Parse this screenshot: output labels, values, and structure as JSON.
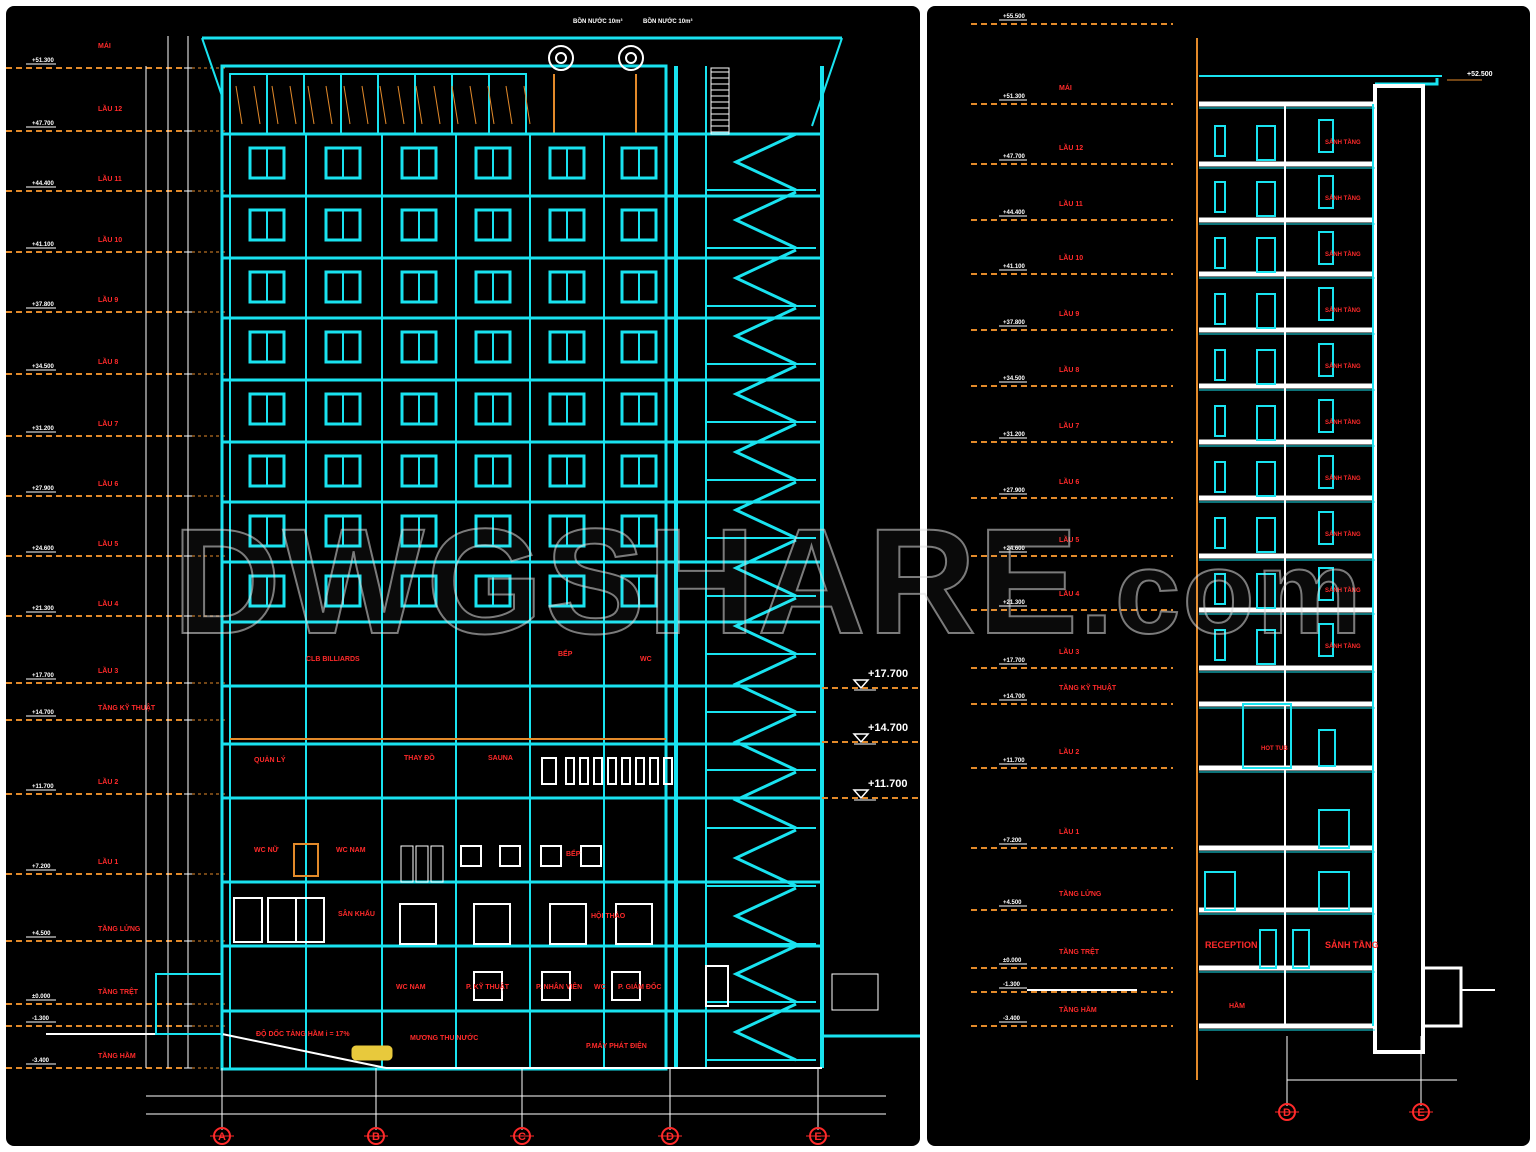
{
  "left_section": {
    "tanks": [
      "BỒN NƯỚC 10m³",
      "BỒN NƯỚC 10m³"
    ],
    "floors": [
      {
        "name": "MÁI",
        "elev": "+51.300"
      },
      {
        "name": "LẦU 12",
        "elev": "+47.700"
      },
      {
        "name": "LẦU 11",
        "elev": "+44.400"
      },
      {
        "name": "LẦU 10",
        "elev": "+41.100"
      },
      {
        "name": "LẦU 9",
        "elev": "+37.800"
      },
      {
        "name": "LẦU 8",
        "elev": "+34.500"
      },
      {
        "name": "LẦU 7",
        "elev": "+31.200"
      },
      {
        "name": "LẦU 6",
        "elev": "+27.900"
      },
      {
        "name": "LẦU 5",
        "elev": "+24.600"
      },
      {
        "name": "LẦU 4",
        "elev": "+21.300"
      },
      {
        "name": "LẦU 3",
        "elev": "+17.700"
      },
      {
        "name": "TẦNG KỸ THUẬT",
        "elev": "+14.700"
      },
      {
        "name": "LẦU 2",
        "elev": "+11.700"
      },
      {
        "name": "LẦU 1",
        "elev": "+7.200"
      },
      {
        "name": "TẦNG LỬNG",
        "elev": "+4.500"
      },
      {
        "name": "TẦNG TRỆT",
        "elev": "±0.000"
      },
      {
        "name": "",
        "elev": "-1.300"
      },
      {
        "name": "TẦNG HẦM",
        "elev": "-3.400"
      }
    ],
    "rooms": [
      {
        "id": "billiards",
        "text": "CLB BILLIARDS"
      },
      {
        "id": "bep3",
        "text": "BẾP"
      },
      {
        "id": "wc3",
        "text": "WC"
      },
      {
        "id": "quanly",
        "text": "QUẢN LÝ"
      },
      {
        "id": "thaydo",
        "text": "THAY ĐỒ"
      },
      {
        "id": "sauna",
        "text": "SAUNA"
      },
      {
        "id": "wcnu",
        "text": "WC NỮ"
      },
      {
        "id": "wcnam1",
        "text": "WC NAM"
      },
      {
        "id": "bep1",
        "text": "BẾP"
      },
      {
        "id": "sankhau",
        "text": "SÂN KHẤU"
      },
      {
        "id": "hoithao",
        "text": "HỘI THẢO"
      },
      {
        "id": "wcnam0",
        "text": "WC NAM"
      },
      {
        "id": "kythuat",
        "text": "P. KỸ THUẬT"
      },
      {
        "id": "nhanvien",
        "text": "P. NHÂN VIÊN"
      },
      {
        "id": "wc0",
        "text": "WC"
      },
      {
        "id": "giamdoc",
        "text": "P. GIÁM ĐỐC"
      },
      {
        "id": "doc",
        "text": "ĐỘ DỐC  TẢNG HẦM i = 17%"
      },
      {
        "id": "mangthu",
        "text": "MƯƠNG THU NƯỚC"
      },
      {
        "id": "mayphat",
        "text": "P.MÁY PHÁT ĐIỆN"
      }
    ],
    "callouts": [
      "+17.700",
      "+14.700",
      "+11.700"
    ],
    "axes": [
      "A",
      "B",
      "C",
      "D",
      "E"
    ]
  },
  "right_section": {
    "top_elev": "+52.500",
    "floors": [
      {
        "name": "",
        "elev": "+55.500"
      },
      {
        "name": "MÁI",
        "elev": "+51.300"
      },
      {
        "name": "LẦU 12",
        "elev": "+47.700"
      },
      {
        "name": "LẦU 11",
        "elev": "+44.400"
      },
      {
        "name": "LẦU 10",
        "elev": "+41.100"
      },
      {
        "name": "LẦU 9",
        "elev": "+37.800"
      },
      {
        "name": "LẦU 8",
        "elev": "+34.500"
      },
      {
        "name": "LẦU 7",
        "elev": "+31.200"
      },
      {
        "name": "LẦU 6",
        "elev": "+27.900"
      },
      {
        "name": "LẦU 5",
        "elev": "+24.600"
      },
      {
        "name": "LẦU 4",
        "elev": "+21.300"
      },
      {
        "name": "LẦU 3",
        "elev": "+17.700"
      },
      {
        "name": "TẦNG KỸ THUẬT",
        "elev": "+14.700"
      },
      {
        "name": "LẦU 2",
        "elev": "+11.700"
      },
      {
        "name": "LẦU 1",
        "elev": "+7.200"
      },
      {
        "name": "TẦNG LỬNG",
        "elev": "+4.500"
      },
      {
        "name": "TẦNG TRỆT",
        "elev": "±0.000"
      },
      {
        "name": "",
        "elev": "-1.300"
      },
      {
        "name": "TẦNG HẦM",
        "elev": "-3.400"
      }
    ],
    "room_label": "SẢNH TẦNG",
    "hotspot": "HOT TUB",
    "reception": "RECEPTION",
    "lobby": "SẢNH TẦNG",
    "basement": "HẦM",
    "axes": [
      "D",
      "E"
    ]
  },
  "watermark": {
    "main": "DWGSHARE",
    "suffix": ".com"
  },
  "colors": {
    "line": "#19e3f0",
    "dash": "#e38a2a",
    "label": "#ff2a2a",
    "white": "#ffffff",
    "bg": "#000000"
  }
}
